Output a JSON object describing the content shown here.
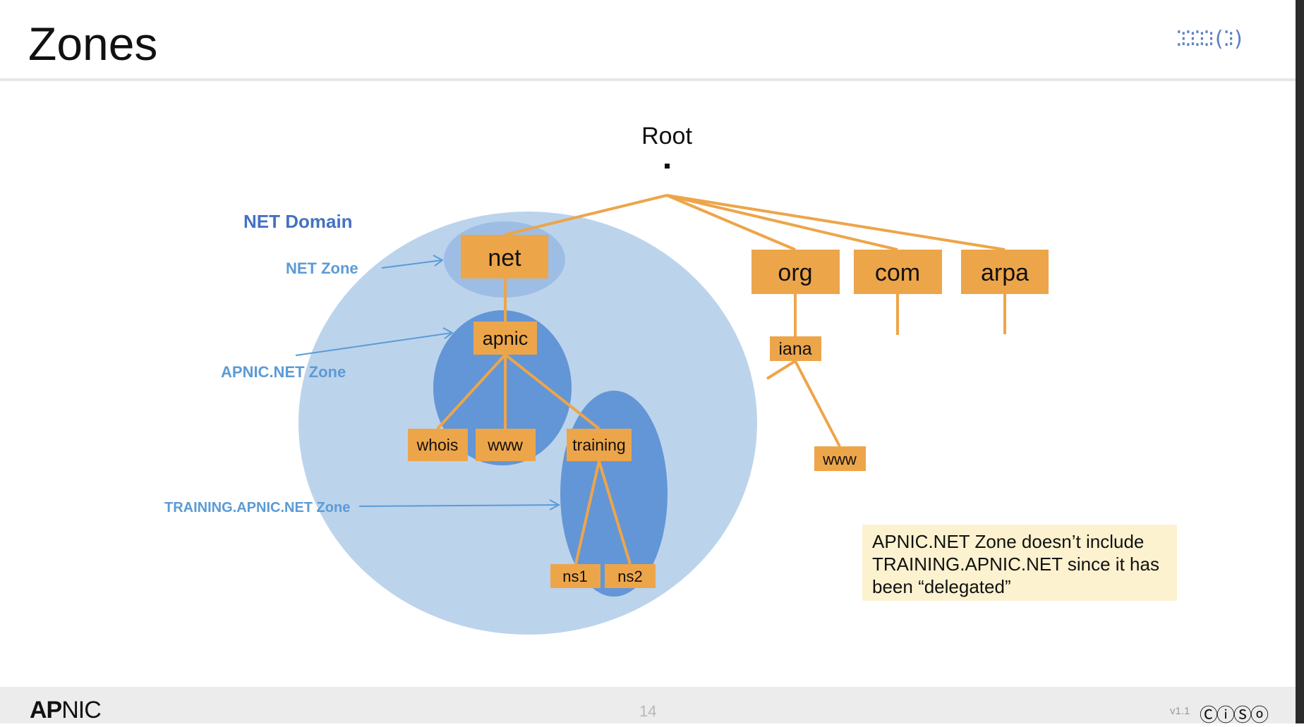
{
  "slide": {
    "title": "Zones",
    "page_number": "14",
    "version": "v1.1",
    "footer_logo": {
      "bold": "AP",
      "rest": "NIC"
    },
    "cc_icons": "ⒸⓘⓈⓞ"
  },
  "colors": {
    "node_fill": "#eda54a",
    "edge": "#eda54a",
    "net_domain": "#bcd3ec",
    "zone_medium": "#9dbde5",
    "zone_dark": "#6396d6",
    "label_blue_dark": "#4472c4",
    "label_blue": "#5b9bd5"
  },
  "diagram": {
    "root_label": "Root",
    "root_dot": ".",
    "nodes": {
      "net": "net",
      "org": "org",
      "com": "com",
      "arpa": "arpa",
      "apnic": "apnic",
      "iana": "iana",
      "whois": "whois",
      "www_apnic": "www",
      "training": "training",
      "www_iana": "www",
      "ns1": "ns1",
      "ns2": "ns2"
    },
    "zone_labels": {
      "net_domain": "NET Domain",
      "net_zone": "NET Zone",
      "apnic_zone": "APNIC.NET Zone",
      "training_zone": "TRAINING.APNIC.NET Zone"
    },
    "note": "APNIC.NET Zone doesn’t include\nTRAINING.APNIC.NET since it has\nbeen “delegated”"
  }
}
